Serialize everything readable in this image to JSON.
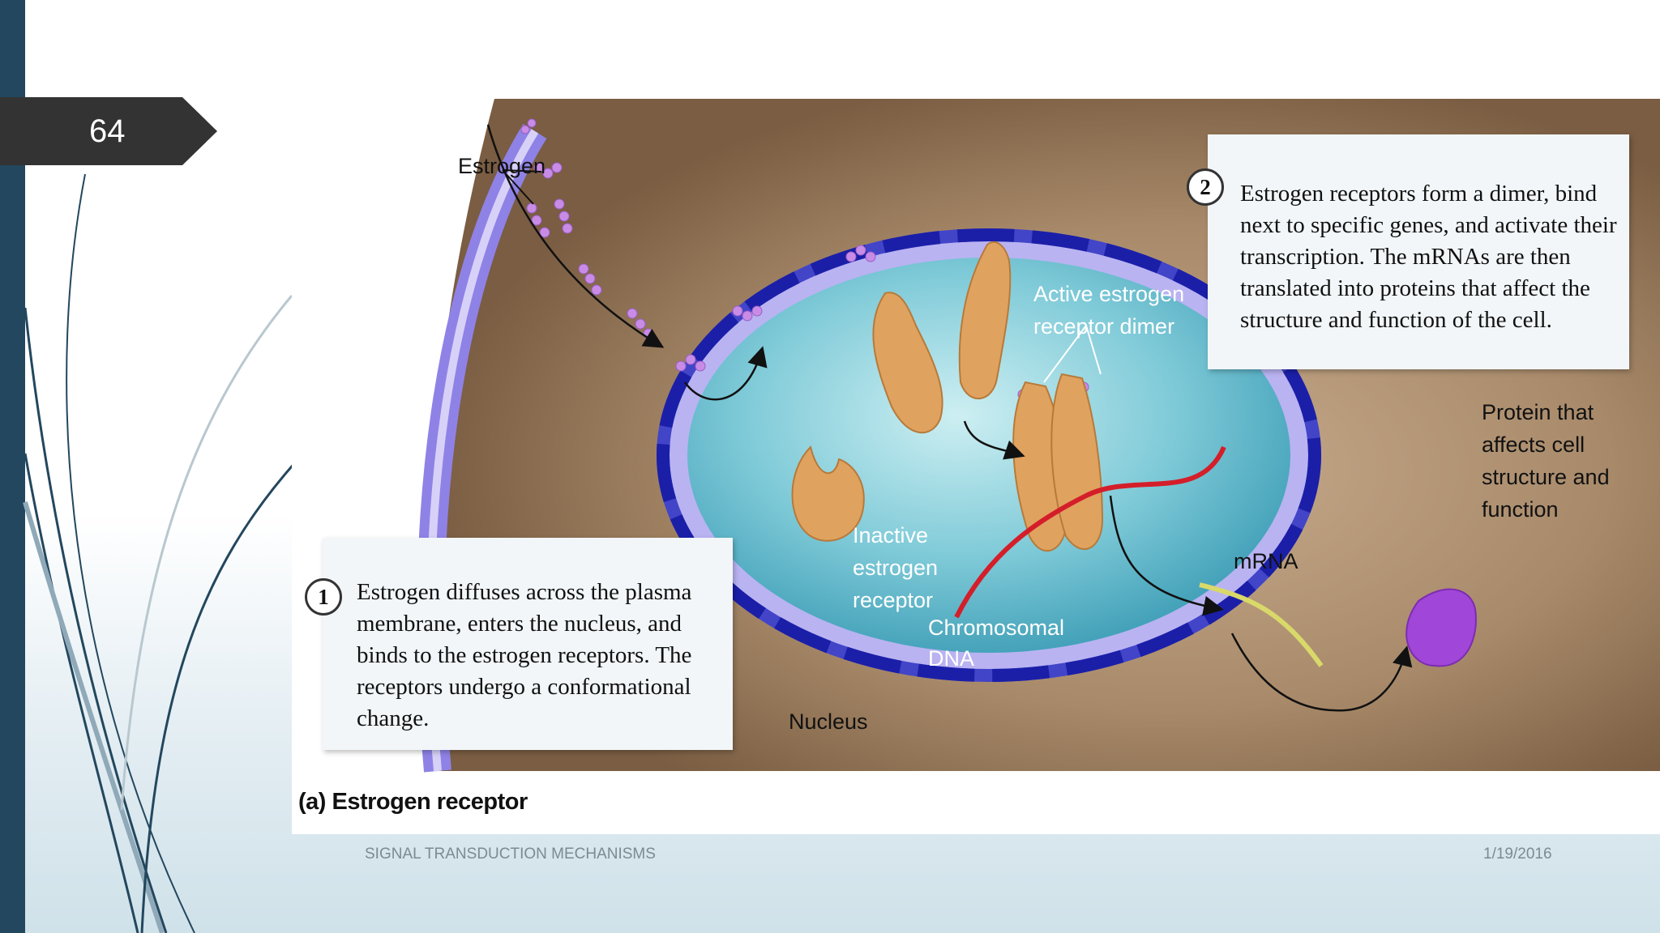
{
  "slide": {
    "number": "64",
    "footer_title": "SIGNAL TRANSDUCTION MECHANISMS",
    "footer_date": "1/19/2016"
  },
  "figure": {
    "caption": "(a) Estrogen receptor",
    "labels": {
      "estrogen": "Estrogen",
      "active_dimer_line1": "Active estrogen",
      "active_dimer_line2": "receptor dimer",
      "inactive_line1": "Inactive",
      "inactive_line2": "estrogen",
      "inactive_line3": "receptor",
      "chromosomal_line1": "Chromosomal",
      "chromosomal_line2": "DNA",
      "mrna": "mRNA",
      "nucleus": "Nucleus",
      "protein_line1": "Protein that",
      "protein_line2": "affects cell",
      "protein_line3": "structure and",
      "protein_line4": "function"
    },
    "step1": {
      "number": "1",
      "text": "Estrogen diffuses across the plasma membrane, enters the nucleus, and binds to the estrogen receptors. The receptors undergo a conformational change."
    },
    "step2": {
      "number": "2",
      "text": "Estrogen receptors form a dimer, bind next to specific genes, and activate their transcription. The mRNAs are then translated into proteins that affect the structure and function of the cell."
    }
  },
  "colors": {
    "sidebar": "#23475e",
    "number_tag": "#333333",
    "membrane": "#9b8de6",
    "cytoplasm": "#a88a6a",
    "nucleoplasm": "#5fb9cc",
    "nuclear_envelope": "#4b4fd0",
    "receptor": "#e0a25f",
    "estrogen_molecule": "#c98ce6",
    "dna": "#d41e2a",
    "mrna": "#d9d96a",
    "protein": "#a046d8"
  }
}
